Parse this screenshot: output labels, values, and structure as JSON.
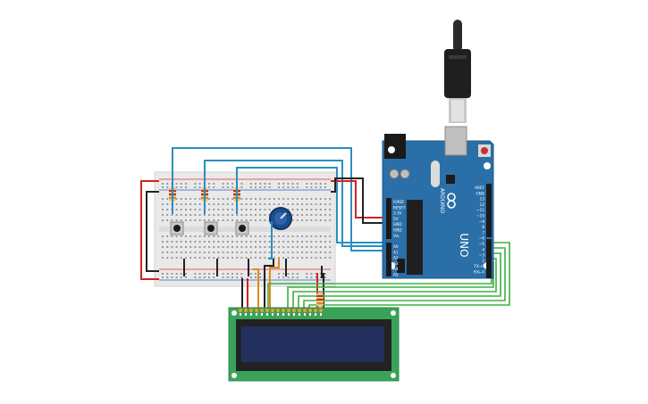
{
  "arduino": {
    "brand": "ARDUINO",
    "model": "UNO",
    "power_pins": [
      "IOREF",
      "RESET",
      "3.3V",
      "5V",
      "GND",
      "GND",
      "Vin"
    ],
    "analog_pins": [
      "A0",
      "A1",
      "A2",
      "A3",
      "A4",
      "A5"
    ],
    "digital_pins": [
      "AREF",
      "GND",
      "13",
      "12",
      "~11",
      "~10",
      "~9",
      "8",
      "7",
      "~6",
      "~5",
      "4",
      "~3",
      "2",
      "TX→1",
      "RX←0"
    ]
  },
  "colors": {
    "board": "#2a6fa8",
    "breadboard": "#e9e9e9",
    "wire_blue": "#2a8fc0",
    "wire_red": "#d42020",
    "wire_black": "#222222",
    "wire_green": "#3bb040",
    "wire_orange": "#e08a1a",
    "lcd_pcb": "#3aa35a",
    "lcd_screen": "#23305e"
  }
}
